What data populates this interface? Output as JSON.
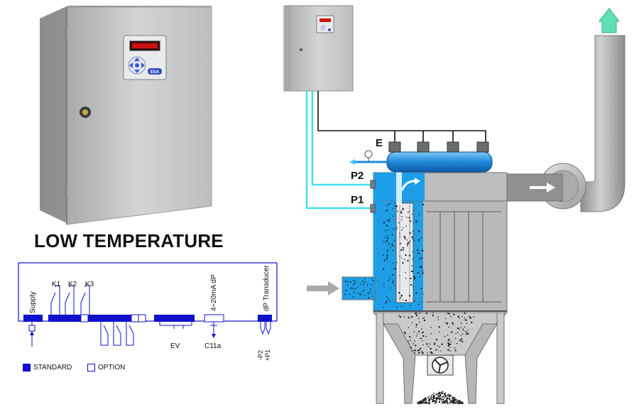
{
  "heading": "LOW TEMPERATURE",
  "cabinet": {
    "badge": "ESA"
  },
  "wiring": {
    "supply": "Supply",
    "relays": [
      "K1",
      "K2",
      "K3"
    ],
    "analog": "4÷20mA dP",
    "transducer": "dP Transducer",
    "ev": "EV",
    "c11a": "C11a",
    "p2": "-P2",
    "p1": "+P1"
  },
  "legend": {
    "standard": "STANDARD",
    "option": "OPTION"
  },
  "filter": {
    "e": "E",
    "p2": "P2",
    "p1": "P1"
  },
  "colors": {
    "cabinet": "#c8c9cb",
    "blue_block": "#1010cc",
    "water": "#1e9ee6",
    "tube_cyan": "#40e0f0",
    "steel": "#b4b5b7",
    "display_red": "#cc1111",
    "outlet_arrow": "#5fe0b0",
    "dust": "#222222"
  }
}
